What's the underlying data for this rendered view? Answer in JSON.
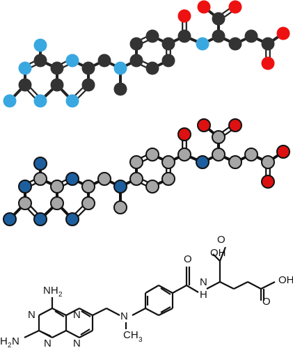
{
  "colors": {
    "carbon_flat": "#333333",
    "nitrogen_flat": "#3aa8e0",
    "oxygen_flat": "#ee1111",
    "carbon_ball": "#a6a6a6",
    "nitrogen_ball": "#1d5f9e",
    "oxygen_ball": "#dd1111",
    "outline": "#111111",
    "bond_flat": "#222222"
  },
  "panels": [
    {
      "name": "flat-space-filling-model",
      "style": "flat"
    },
    {
      "name": "ball-and-stick-model",
      "style": "outlined"
    },
    {
      "name": "skeletal-formula",
      "style": "lines"
    }
  ],
  "formula_labels": {
    "cooh_top": "OH",
    "cooh_right": "OH",
    "amide_nh": "N",
    "amide_h": "H",
    "amine_n": "N",
    "methyl": "CH",
    "methyl_sub": "3",
    "amino_top": "NH",
    "amino_top_sub": "2",
    "amino_bottom": "H",
    "amino_bottom_sub": "2",
    "amino_bottom_n": "N",
    "ring_n1": "N",
    "ring_n3": "N",
    "ring_n5": "N",
    "ring_n8": "N",
    "o1": "O",
    "o2": "O",
    "o3": "O"
  }
}
